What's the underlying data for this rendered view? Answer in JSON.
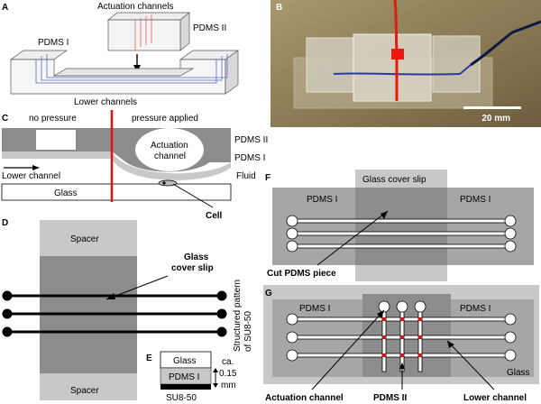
{
  "panels": {
    "A": {
      "label": "A",
      "actuation_channels": "Actuation channels",
      "pdms_ii": "PDMS II",
      "pdms_i": "PDMS I",
      "lower_channels": "Lower channels"
    },
    "B": {
      "label": "B",
      "scale": "20 mm"
    },
    "C": {
      "label": "C",
      "no_pressure": "no pressure",
      "pressure_applied": "pressure applied",
      "actuation_channel_1": "Actuation",
      "actuation_channel_2": "channel",
      "pdms_ii": "PDMS II",
      "pdms_i": "PDMS I",
      "lower_channel": "Lower channel",
      "fluid": "Fluid",
      "glass": "Glass",
      "cell": "Cell"
    },
    "D": {
      "label": "D",
      "spacer_top": "Spacer",
      "spacer_bottom": "Spacer",
      "glass_cover_slip_1": "Glass",
      "glass_cover_slip_2": "cover slip",
      "structured_1": "Structured pattern",
      "structured_2": "of SU8-50"
    },
    "E": {
      "label": "E",
      "glass": "Glass",
      "pdms_i": "PDMS I",
      "su8": "SU8-50",
      "thickness_1": "ca.",
      "thickness_2": "0.15",
      "thickness_3": "mm"
    },
    "F": {
      "label": "F",
      "glass_cover_slip": "Glass cover slip",
      "pdms_i_left": "PDMS I",
      "pdms_i_right": "PDMS I",
      "cut_pdms": "Cut PDMS piece"
    },
    "G": {
      "label": "G",
      "pdms_i_left": "PDMS I",
      "pdms_i_right": "PDMS I",
      "glass": "Glass",
      "actuation_channel": "Actuation channel",
      "pdms_ii": "PDMS II",
      "lower_channel": "Lower channel"
    }
  },
  "colors": {
    "pdms_dark": "#8c8c8c",
    "pdms_mid": "#a6a6a6",
    "glass_light": "#c8c8c8",
    "red": "#e01010",
    "blue_channel": "#5566cc"
  }
}
